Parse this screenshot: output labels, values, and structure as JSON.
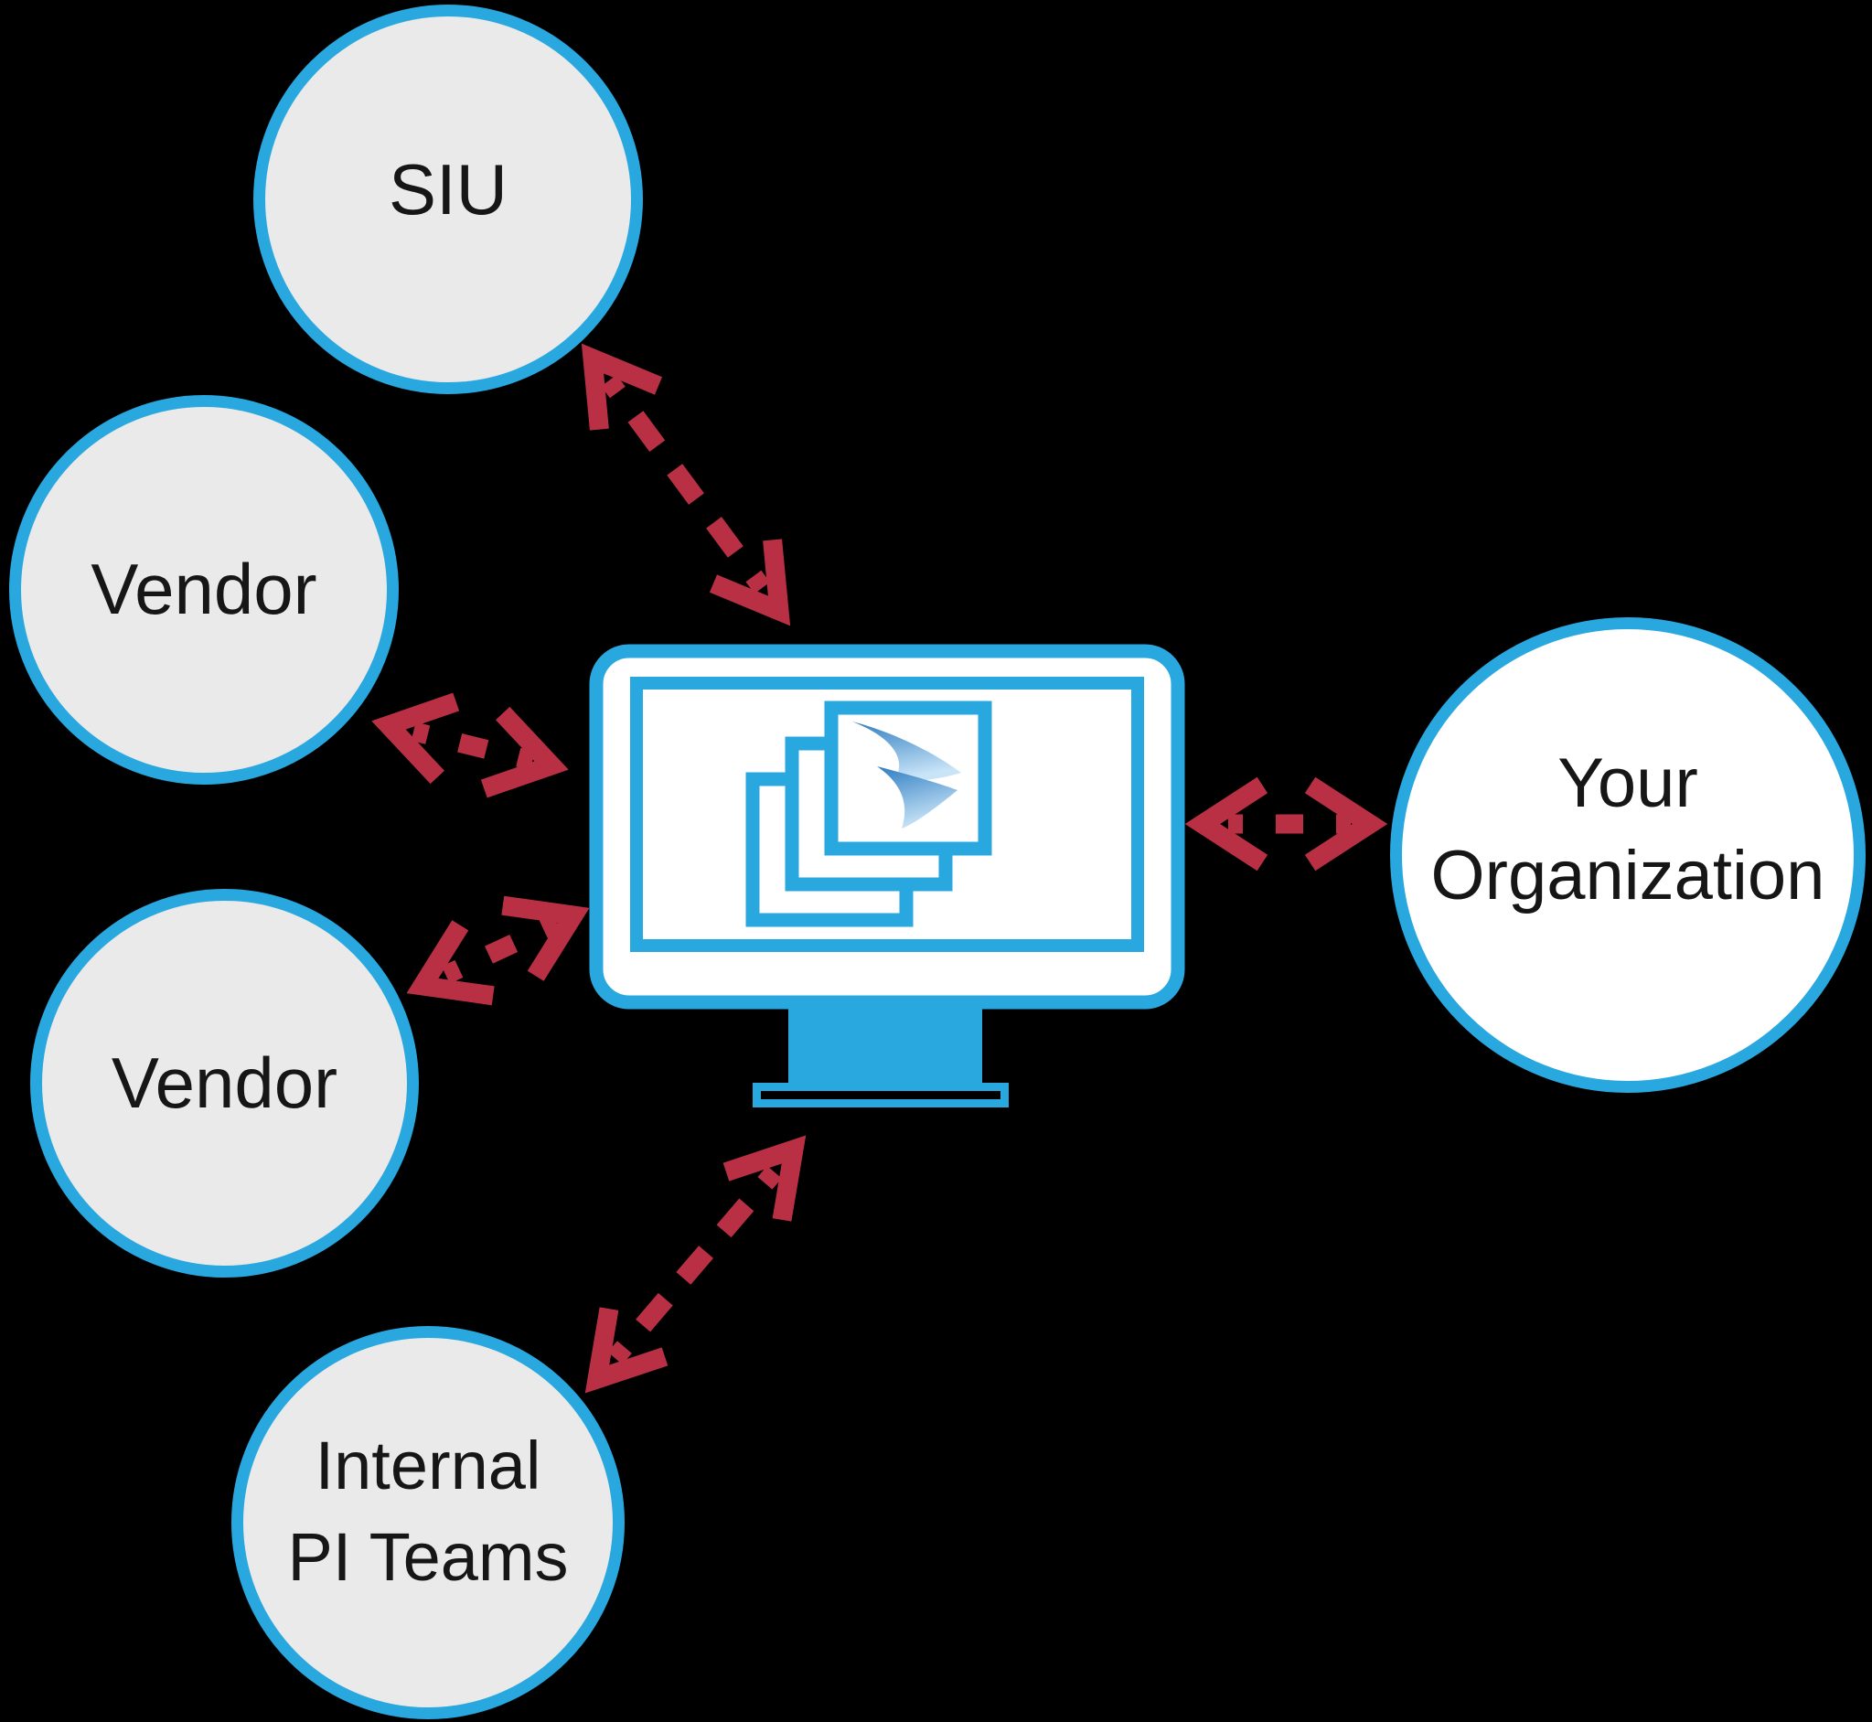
{
  "diagram": {
    "colors": {
      "background": "#000000",
      "accent_blue": "#29a8e0",
      "arrow_red": "#b93045",
      "node_fill_gray": "#eaeaea",
      "node_fill_white": "#ffffff",
      "label_text": "#161616",
      "logo_gradient": [
        "#2e7dc2",
        "#c9e4f7"
      ]
    },
    "nodes": [
      {
        "id": "siu",
        "lines": [
          "SIU"
        ],
        "fill": "gray"
      },
      {
        "id": "vendor-upper",
        "lines": [
          "Vendor"
        ],
        "fill": "gray"
      },
      {
        "id": "vendor-lower",
        "lines": [
          "Vendor"
        ],
        "fill": "gray"
      },
      {
        "id": "internal-pi-teams",
        "lines": [
          "Internal",
          "PI Teams"
        ],
        "fill": "gray"
      },
      {
        "id": "your-organization",
        "lines": [
          "Your",
          "Organization"
        ],
        "fill": "white"
      }
    ],
    "hub": {
      "id": "hub",
      "icon": "monitor-with-stacked-documents-icon",
      "description": "Computer monitor displaying stacked document pages with a blue arrow logo"
    },
    "edges": [
      {
        "from": "siu",
        "to": "hub",
        "style": "dashed-double-arrow"
      },
      {
        "from": "vendor-upper",
        "to": "hub",
        "style": "dashed-double-arrow"
      },
      {
        "from": "vendor-lower",
        "to": "hub",
        "style": "dashed-double-arrow"
      },
      {
        "from": "internal-pi-teams",
        "to": "hub",
        "style": "dashed-double-arrow"
      },
      {
        "from": "your-organization",
        "to": "hub",
        "style": "dashed-double-arrow"
      }
    ]
  }
}
